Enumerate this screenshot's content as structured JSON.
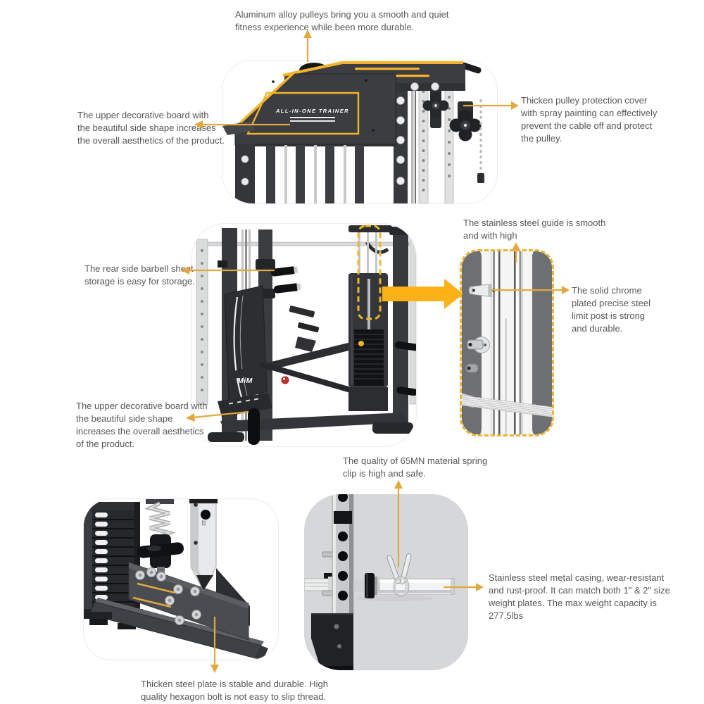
{
  "colors": {
    "accent_yellow": "#F3B32B",
    "leader_arrow": "#E3A83E",
    "highlight_arrow": "#FCB116",
    "dashed_border": "#EFB42D",
    "text": "#57575A",
    "machine_dark": "#3A3C40",
    "panel_gray": "#D6D7D8"
  },
  "labels": {
    "brand_plate": "ALL-IN-ONE TRAINER",
    "logo": "MiM",
    "guide_mark": "22"
  },
  "callouts": {
    "pulleys": {
      "lines": [
        "Aluminum alloy pulleys bring you a smooth and quiet",
        "fitness experience while been more durable."
      ]
    },
    "upper_board_top": {
      "lines": [
        "The upper decorative board with",
        "the beautiful side shape increases",
        "the overall aesthetics of the product."
      ]
    },
    "pulley_cover": {
      "lines": [
        "Thicken pulley protection cover",
        "with spray painting can effectively",
        "prevent the cable off and protect",
        "the pulley."
      ]
    },
    "steel_guide": {
      "lines": [
        "The stainless steel guide is smooth",
        "and with high"
      ]
    },
    "barbell_storage": {
      "lines": [
        "The rear side barbell sheet",
        "storage is easy for storage."
      ]
    },
    "limit_post": {
      "lines": [
        "The solid chrome",
        "plated precise steel",
        "limit post is strong",
        "and durable."
      ]
    },
    "upper_board_mid": {
      "lines": [
        "The upper decorative board with",
        "the beautiful side shape",
        "increases the overall aesthetics",
        "of the product."
      ]
    },
    "spring_clip": {
      "lines": [
        "The quality of 65MN material spring",
        "clip is high and safe."
      ]
    },
    "weight_sleeve": {
      "lines": [
        "Stainless steel metal casing, wear-resistant",
        "and rust-proof. It can match both 1\" & 2\" size",
        "weight plates. The max weight capacity is",
        "277.5lbs"
      ]
    },
    "steel_plate": {
      "lines": [
        "Thicken steel plate is stable and durable. High",
        "quality hexagon bolt is not easy to slip thread."
      ]
    }
  }
}
